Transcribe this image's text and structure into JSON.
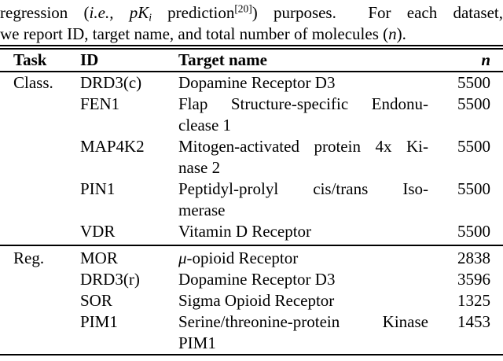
{
  "caption": {
    "line1": {
      "seg_regression": "regression (",
      "seg_ie_pk": "i.e., pK",
      "seg_sub_i": "i",
      "seg_prediction": " prediction",
      "seg_cite": "[20]",
      "seg_rest": ") purposes.  For each dataset,"
    },
    "line2": {
      "seg_a": "we report ID, target name, and total number of molecules (",
      "seg_n": "n",
      "seg_b": ")."
    }
  },
  "table": {
    "headers": {
      "task": "Task",
      "id": "ID",
      "target": "Target name",
      "n": "n"
    },
    "rows": [
      {
        "task": "Class.",
        "id": "DRD3(c)",
        "target_line1": "Dopamine Receptor D3",
        "n": "5500"
      },
      {
        "id": "FEN1",
        "target_line1": "Flap Structure-specific Endonu-",
        "target_line2": "clease 1",
        "n": "5500"
      },
      {
        "id": "MAP4K2",
        "target_line1": "Mitogen-activated protein 4x Ki-",
        "target_line2": "nase 2",
        "n": "5500"
      },
      {
        "id": "PIN1",
        "target_line1": "Peptidyl-prolyl cis/trans Iso-",
        "target_line2": "merase",
        "n": "5500"
      },
      {
        "id": "VDR",
        "target_line1": "Vitamin D Receptor",
        "n": "5500"
      },
      {
        "task": "Reg.",
        "id": "MOR",
        "target_mu": "μ",
        "target_rest": "-opioid Receptor",
        "n": "2838"
      },
      {
        "id": "DRD3(r)",
        "target_line1": "Dopamine Receptor D3",
        "n": "3596"
      },
      {
        "id": "SOR",
        "target_line1": "Sigma Opioid Receptor",
        "n": "1325"
      },
      {
        "id": "PIM1",
        "target_line1": "Serine/threonine-protein Kinase",
        "target_line2": "PIM1",
        "n": "1453"
      }
    ],
    "text_color": "#000000",
    "background_color": "#ffffff"
  }
}
